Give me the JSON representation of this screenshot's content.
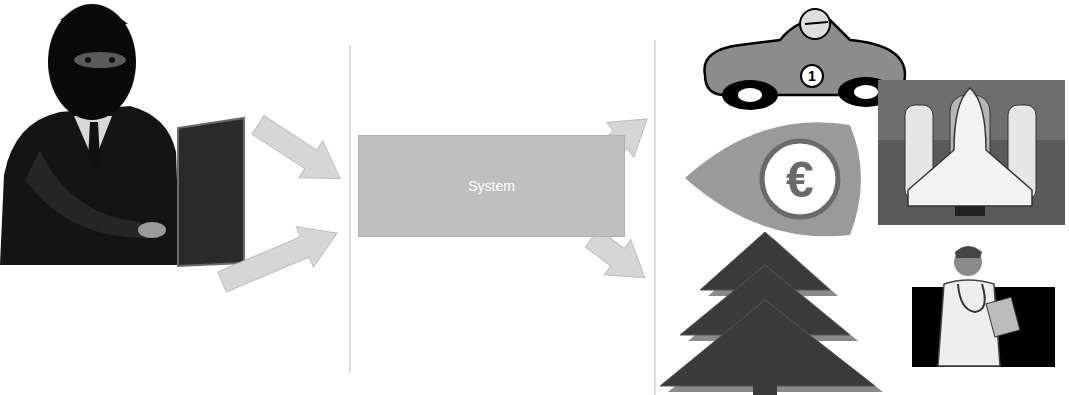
{
  "diagram": {
    "nodes": [
      {
        "text": [
          "System"
        ]
      }
    ],
    "labels": [
      "1",
      "€"
    ]
  }
}
